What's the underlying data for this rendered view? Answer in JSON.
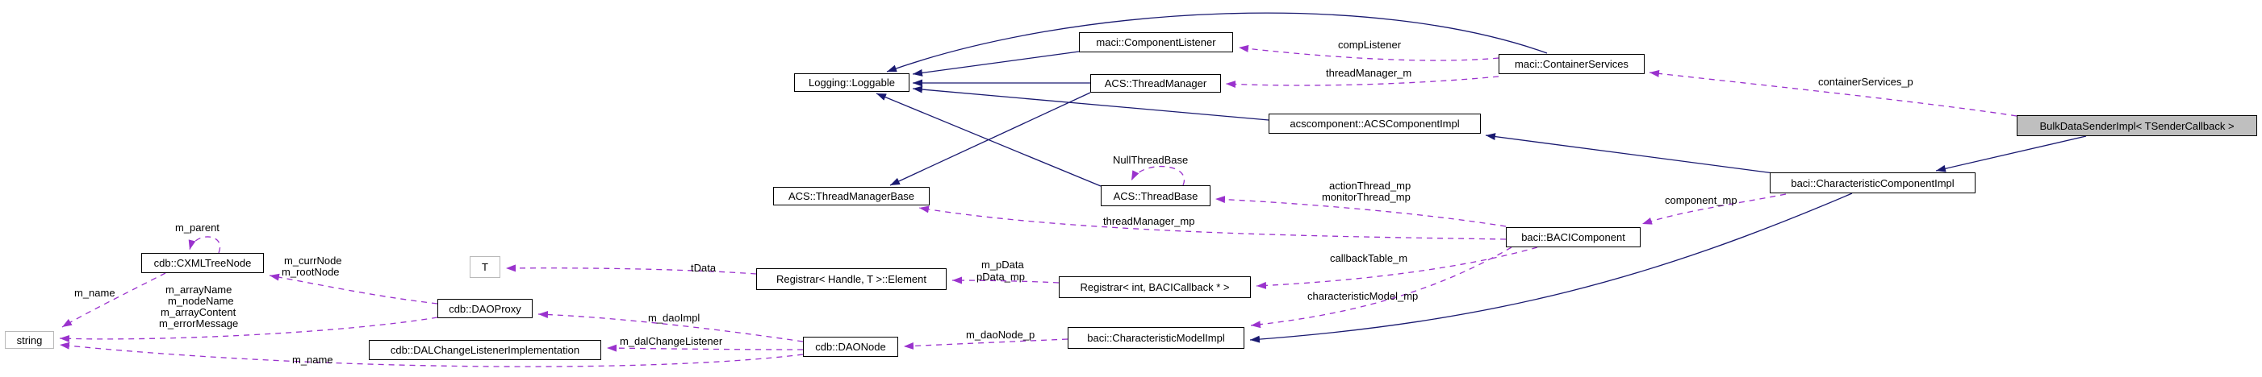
{
  "diagram": {
    "type": "doxygen-collaboration-graph",
    "colors": {
      "inheritance_edge": "#191970",
      "usage_edge": "#9a32cd",
      "node_border": "#000000",
      "undocumented_node_border": "#b9b9b9",
      "highlight_node_fill": "#bfbfbf",
      "background": "#ffffff"
    },
    "nodes": [
      {
        "id": "component-listener",
        "label": "maci::ComponentListener"
      },
      {
        "id": "container-services",
        "label": "maci::ContainerServices"
      },
      {
        "id": "thread-manager",
        "label": "ACS::ThreadManager"
      },
      {
        "id": "loggable",
        "label": "Logging::Loggable"
      },
      {
        "id": "acs-component-impl",
        "label": "acscomponent::ACSComponentImpl"
      },
      {
        "id": "bulk-data-sender-impl",
        "label": "BulkDataSenderImpl< TSenderCallback >"
      },
      {
        "id": "characteristic-component-impl",
        "label": "baci::CharacteristicComponentImpl"
      },
      {
        "id": "thread-manager-base",
        "label": "ACS::ThreadManagerBase"
      },
      {
        "id": "thread-base",
        "label": "ACS::ThreadBase"
      },
      {
        "id": "baci-component",
        "label": "baci::BACIComponent"
      },
      {
        "id": "registrar-element",
        "label": "Registrar< Handle, T >::Element"
      },
      {
        "id": "registrar-int-bacicallback",
        "label": "Registrar< int, BACICallback * >"
      },
      {
        "id": "characteristic-model-impl",
        "label": "baci::CharacteristicModelImpl"
      },
      {
        "id": "dao-node",
        "label": "cdb::DAONode"
      },
      {
        "id": "cxml-tree-node",
        "label": "cdb::CXMLTreeNode"
      },
      {
        "id": "dao-proxy",
        "label": "cdb::DAOProxy"
      },
      {
        "id": "dal-change-listener-implementation",
        "label": "cdb::DALChangeListenerImplementation"
      },
      {
        "id": "string",
        "label": "string"
      },
      {
        "id": "t",
        "label": "T"
      }
    ],
    "edge_labels": [
      {
        "id": "compListener",
        "text": "compListener"
      },
      {
        "id": "threadManager_m",
        "text": "threadManager_m"
      },
      {
        "id": "containerServices_p",
        "text": "containerServices_p"
      },
      {
        "id": "NullThreadBase",
        "text": "NullThreadBase"
      },
      {
        "id": "actionThread_mp",
        "text": "actionThread_mp"
      },
      {
        "id": "monitorThread_mp",
        "text": "monitorThread_mp"
      },
      {
        "id": "threadManager_mp",
        "text": "threadManager_mp"
      },
      {
        "id": "component_mp",
        "text": "component_mp"
      },
      {
        "id": "callbackTable_m",
        "text": "callbackTable_m"
      },
      {
        "id": "characteristicModel_mp",
        "text": "characteristicModel_mp"
      },
      {
        "id": "m_pData",
        "text": "m_pData"
      },
      {
        "id": "pData_mp",
        "text": "pData_mp"
      },
      {
        "id": "tData",
        "text": "tData"
      },
      {
        "id": "m_daoNode_p",
        "text": "m_daoNode_p"
      },
      {
        "id": "m_daoImpl",
        "text": "m_daoImpl"
      },
      {
        "id": "m_dalChangeListener",
        "text": "m_dalChangeListener"
      },
      {
        "id": "m_name_bottom",
        "text": "m_name"
      },
      {
        "id": "m_parent",
        "text": "m_parent"
      },
      {
        "id": "m_currNode",
        "text": "m_currNode"
      },
      {
        "id": "m_rootNode",
        "text": "m_rootNode"
      },
      {
        "id": "m_name_upper",
        "text": "m_name"
      },
      {
        "id": "m_arrayName",
        "text": "m_arrayName"
      },
      {
        "id": "m_nodeName",
        "text": "m_nodeName"
      },
      {
        "id": "m_arrayContent",
        "text": "m_arrayContent"
      },
      {
        "id": "m_errorMessage",
        "text": "m_errorMessage"
      }
    ]
  }
}
